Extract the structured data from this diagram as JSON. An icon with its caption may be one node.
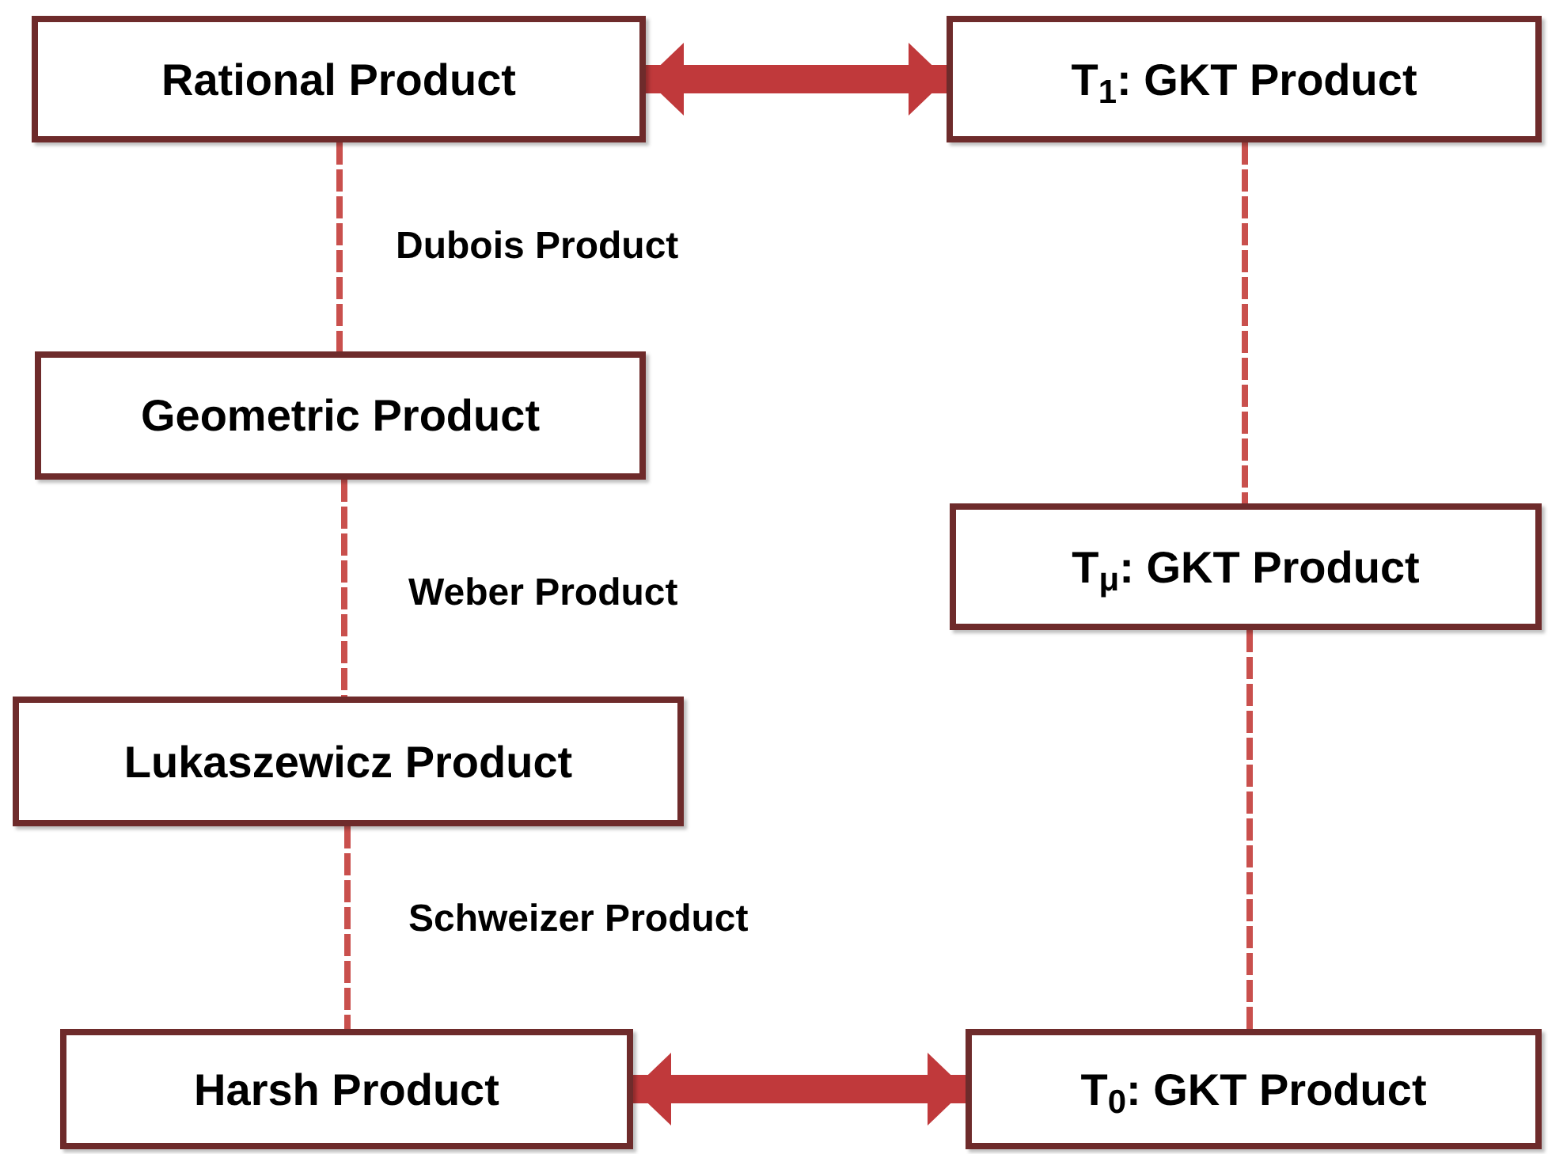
{
  "diagram": {
    "nodes": [
      {
        "text": [
          "Rational Product"
        ]
      },
      {
        "text": [
          "T$_{1}$: GKT Product"
        ]
      },
      {
        "text": [
          "Geometric Product"
        ]
      },
      {
        "text": [
          "T$_{μ}$: GKT Product"
        ]
      },
      {
        "text": [
          "Lukaszewicz Product"
        ]
      },
      {
        "text": [
          "Harsh Product"
        ]
      },
      {
        "text": [
          "T$_{0}$: GKT Product"
        ]
      }
    ],
    "edges": [
      {
        "from": 0,
        "to": 1,
        "arrow": "both",
        "style": "thick"
      },
      {
        "from": 0,
        "to": 2,
        "arrow": "none",
        "style": "dashed",
        "label": "Dubois Product"
      },
      {
        "from": 1,
        "to": 3,
        "arrow": "none",
        "style": "dashed"
      },
      {
        "from": 2,
        "to": 4,
        "arrow": "none",
        "style": "dashed",
        "label": "Weber Product"
      },
      {
        "from": 3,
        "to": 6,
        "arrow": "none",
        "style": "dashed"
      },
      {
        "from": 4,
        "to": 5,
        "arrow": "none",
        "style": "dashed",
        "label": "Schweizer Product"
      },
      {
        "from": 5,
        "to": 6,
        "arrow": "both",
        "style": "thick"
      }
    ]
  }
}
